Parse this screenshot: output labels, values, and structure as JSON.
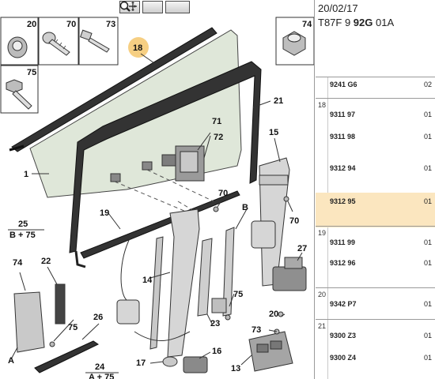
{
  "toolbar": {
    "zoom_in": "zoom-in-icon",
    "zoom_out": "zoom-out-icon",
    "zoom_pan": "zoom-move-icon"
  },
  "diagram": {
    "labels": {
      "l20": "20",
      "l70a": "70",
      "l73": "73",
      "l74a": "74",
      "l75a": "75",
      "l18": "18",
      "l21": "21",
      "l1": "1",
      "l71": "71",
      "l72": "72",
      "l15": "15",
      "l25": "25",
      "l25b": "B + 75",
      "l70b": "70",
      "lB": "B",
      "l19": "19",
      "l70c": "70",
      "l74b": "74",
      "l22": "22",
      "l14": "14",
      "l27": "27",
      "l75b": "75",
      "l26": "26",
      "l20b": "20",
      "l73b": "73",
      "l23": "23",
      "l75c": "75",
      "lA": "A",
      "l16": "16",
      "l17": "17",
      "l24": "24",
      "l24b": "A + 75",
      "l13": "13"
    }
  },
  "panel": {
    "date": "20/02/17",
    "ref_prefix": "T87F 9 ",
    "ref_bold": "92G",
    "ref_suffix": " 01A",
    "rows": [
      {
        "group": "",
        "part": "9241 G6",
        "qty": "02"
      },
      {
        "group": "18",
        "part": "9311 97",
        "qty": "01"
      },
      {
        "group": "",
        "part": "9311 98",
        "qty": "01"
      },
      {
        "group": "",
        "part": "9312 94",
        "qty": "01"
      },
      {
        "group": "",
        "part": "9312 95",
        "qty": "01"
      },
      {
        "group": "19",
        "part": "9311 99",
        "qty": "01"
      },
      {
        "group": "",
        "part": "9312 96",
        "qty": "01"
      },
      {
        "group": "20",
        "part": "9342 P7",
        "qty": "01"
      },
      {
        "group": "21",
        "part": "9300 Z3",
        "qty": "01"
      },
      {
        "group": "",
        "part": "9300 Z4",
        "qty": "01"
      }
    ]
  }
}
